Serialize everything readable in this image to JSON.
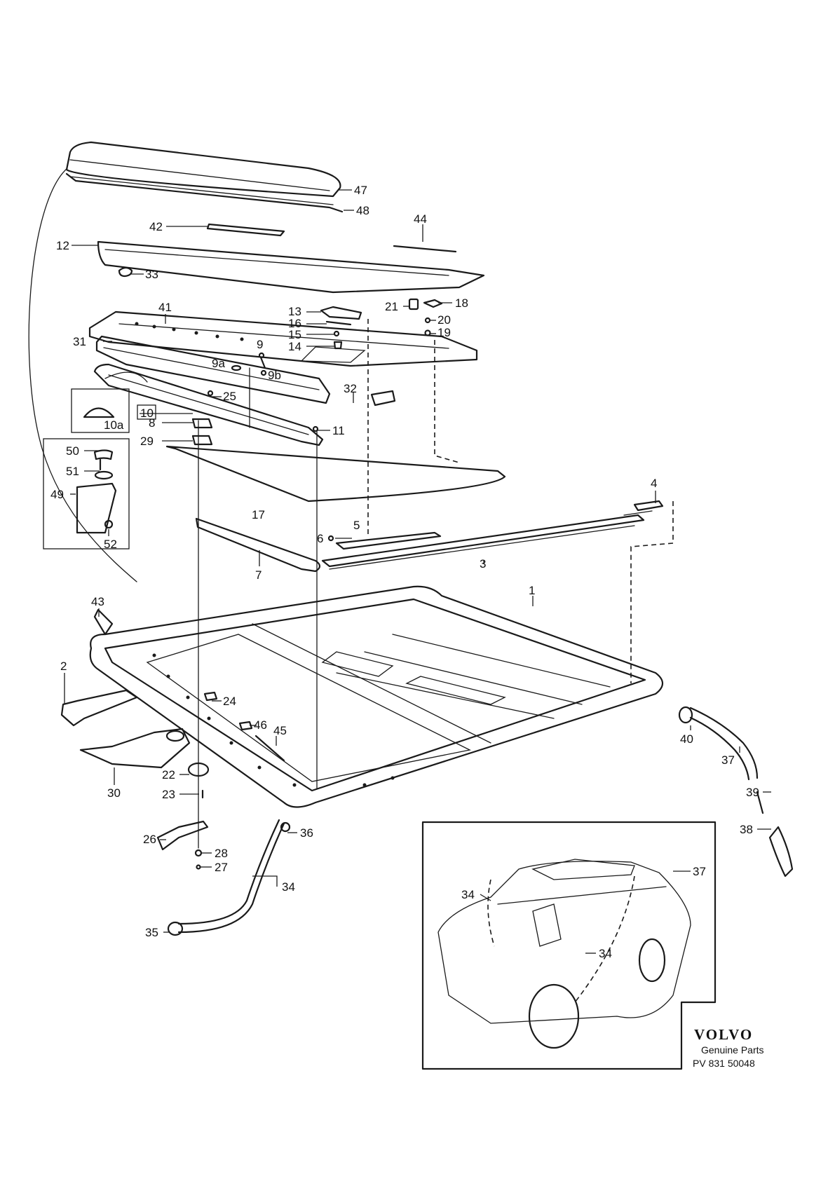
{
  "callouts": {
    "c1": "1",
    "c2": "2",
    "c3": "3",
    "c4": "4",
    "c5": "5",
    "c6": "6",
    "c7": "7",
    "c8": "8",
    "c9": "9",
    "c9a": "9a",
    "c9b": "9b",
    "c10": "10",
    "c10a": "10a",
    "c11": "11",
    "c12": "12",
    "c13": "13",
    "c14": "14",
    "c15": "15",
    "c16": "16",
    "c17": "17",
    "c18": "18",
    "c19": "19",
    "c20": "20",
    "c21": "21",
    "c22": "22",
    "c23": "23",
    "c24": "24",
    "c25": "25",
    "c26": "26",
    "c27": "27",
    "c28": "28",
    "c29": "29",
    "c30": "30",
    "c31": "31",
    "c32": "32",
    "c33": "33",
    "c34": "34",
    "c35": "35",
    "c36": "36",
    "c37": "37",
    "c38": "38",
    "c39": "39",
    "c40": "40",
    "c41": "41",
    "c42": "42",
    "c43": "43",
    "c44": "44",
    "c45": "45",
    "c46": "46",
    "c47": "47",
    "c48": "48",
    "c49": "49",
    "c50": "50",
    "c51": "51",
    "c52": "52"
  },
  "brand": {
    "logo": "VOLVO",
    "subtitle": "Genuine Parts",
    "doc_number": "PV 831 50048"
  }
}
